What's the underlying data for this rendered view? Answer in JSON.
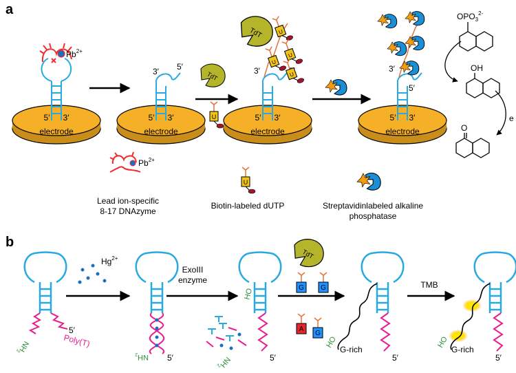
{
  "panel_a": {
    "label": "a",
    "pb_ion": "Pb",
    "pb_charge": "2+",
    "electrode": "electrode",
    "end5": "5′",
    "end3": "3′",
    "tdt": "TdT",
    "nucleotide_u": "U",
    "opo3": "OPO",
    "opo3_sub": "3",
    "opo3_sup": "2-",
    "oh": "OH",
    "ketone_o": "O",
    "e_minus": "e",
    "legend": {
      "dnazyme_line1": "Lead ion-specific",
      "dnazyme_line2": "8-17 DNAzyme",
      "dutp": "Biotin-labeled dUTP",
      "alp_line1": "Streptavidinlabeled alkaline",
      "alp_line2": "phosphatase"
    }
  },
  "panel_b": {
    "label": "b",
    "hg_ion": "Hg",
    "hg_charge": "2+",
    "exo_line1": "ExoIII",
    "exo_line2": "enzyme",
    "ho": "HO",
    "nh2": "NH",
    "nh2_sub": "2",
    "polyt": "Poly(T)",
    "end5": "5′",
    "tdt": "TdT",
    "nuc_g": "G",
    "nuc_a": "A",
    "g_rich": "G-rich",
    "tmb": "TMB"
  },
  "colors": {
    "electrode": "#f5b027",
    "dna_blue": "#29a9e1",
    "dnazyme_red": "#ef2b2b",
    "polyT_magenta": "#e91e8c",
    "tdt_olive": "#b5b52c",
    "dutp_yellow": "#f0c419",
    "biotin_orange": "#e5713a",
    "alp_blue": "#1a8fd6",
    "green_label": "#2e8b3a",
    "g_box": "#1e90ff",
    "a_box": "#e3262d"
  }
}
